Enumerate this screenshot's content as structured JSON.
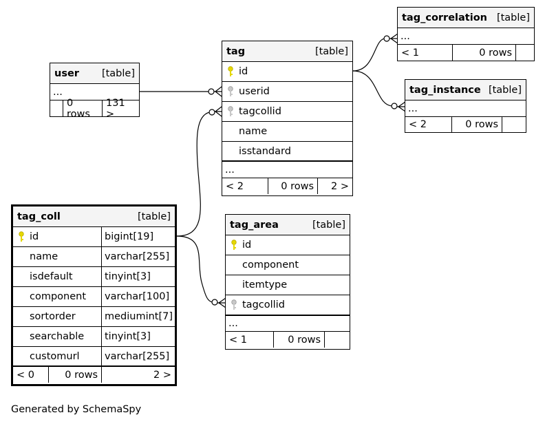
{
  "generated_by": "Generated by SchemaSpy",
  "table_type": "[table]",
  "tables": {
    "user": {
      "name": "user",
      "ellipsis": "...",
      "parents": "",
      "rows": "0 rows",
      "children": "131 >"
    },
    "tag": {
      "name": "tag",
      "columns": [
        "id",
        "userid",
        "tagcollid",
        "name",
        "isstandard"
      ],
      "ellipsis": "...",
      "parents": "< 2",
      "rows": "0 rows",
      "children": "2 >"
    },
    "tag_correlation": {
      "name": "tag_correlation",
      "ellipsis": "...",
      "parents": "< 1",
      "rows": "0 rows",
      "children": ""
    },
    "tag_instance": {
      "name": "tag_instance",
      "ellipsis": "...",
      "parents": "< 2",
      "rows": "0 rows",
      "children": ""
    },
    "tag_coll": {
      "name": "tag_coll",
      "columns": [
        {
          "name": "id",
          "type": "bigint[19]"
        },
        {
          "name": "name",
          "type": "varchar[255]"
        },
        {
          "name": "isdefault",
          "type": "tinyint[3]"
        },
        {
          "name": "component",
          "type": "varchar[100]"
        },
        {
          "name": "sortorder",
          "type": "mediumint[7]"
        },
        {
          "name": "searchable",
          "type": "tinyint[3]"
        },
        {
          "name": "customurl",
          "type": "varchar[255]"
        }
      ],
      "parents": "< 0",
      "rows": "0 rows",
      "children": "2 >"
    },
    "tag_area": {
      "name": "tag_area",
      "columns": [
        "id",
        "component",
        "itemtype",
        "tagcollid"
      ],
      "ellipsis": "...",
      "parents": "< 1",
      "rows": "0 rows",
      "children": ""
    }
  },
  "colors": {
    "primary_key": "#e5d700",
    "foreign_key": "#b0b0b0",
    "header_bg": "#f4f4f4",
    "line": "#000000"
  },
  "icons": {
    "primary_key": "key-icon-yellow",
    "foreign_key": "key-icon-gray"
  }
}
